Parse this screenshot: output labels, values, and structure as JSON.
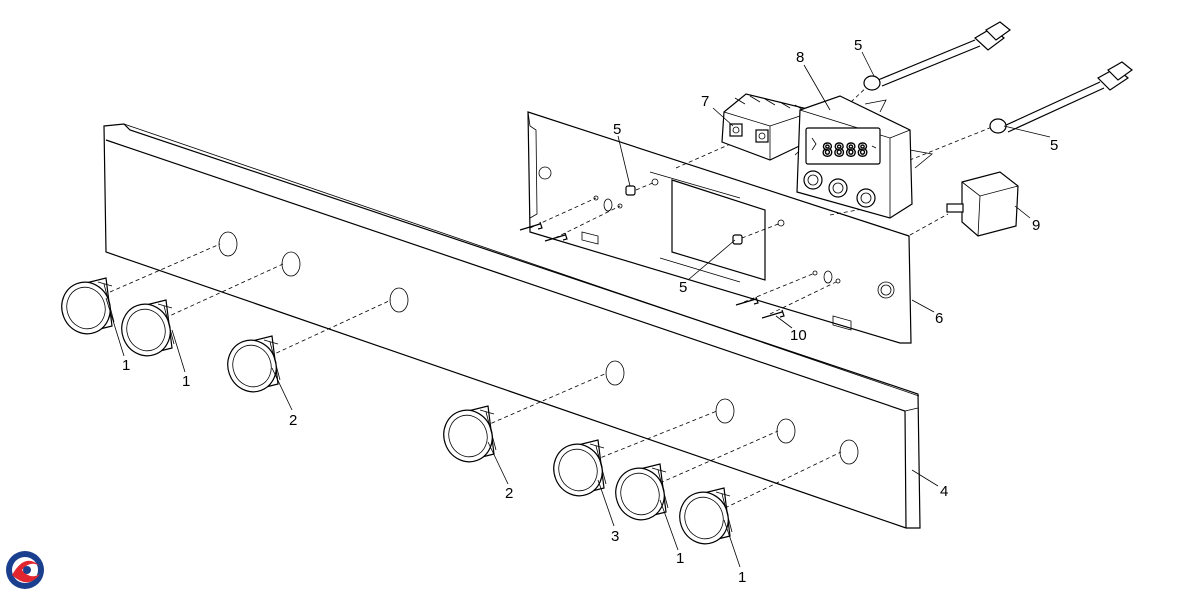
{
  "callouts": {
    "c1a": "1",
    "c1b": "1",
    "c1c": "1",
    "c1d": "1",
    "c2a": "2",
    "c2b": "2",
    "c3": "3",
    "c4": "4",
    "c5a": "5",
    "c5b": "5",
    "c5c": "5",
    "c5d": "5",
    "c6": "6",
    "c7": "7",
    "c8": "8",
    "c9": "9",
    "c10": "10"
  },
  "timer_display": "8888",
  "logo": {
    "colors": [
      "#1b3f8f",
      "#e2262f"
    ]
  }
}
